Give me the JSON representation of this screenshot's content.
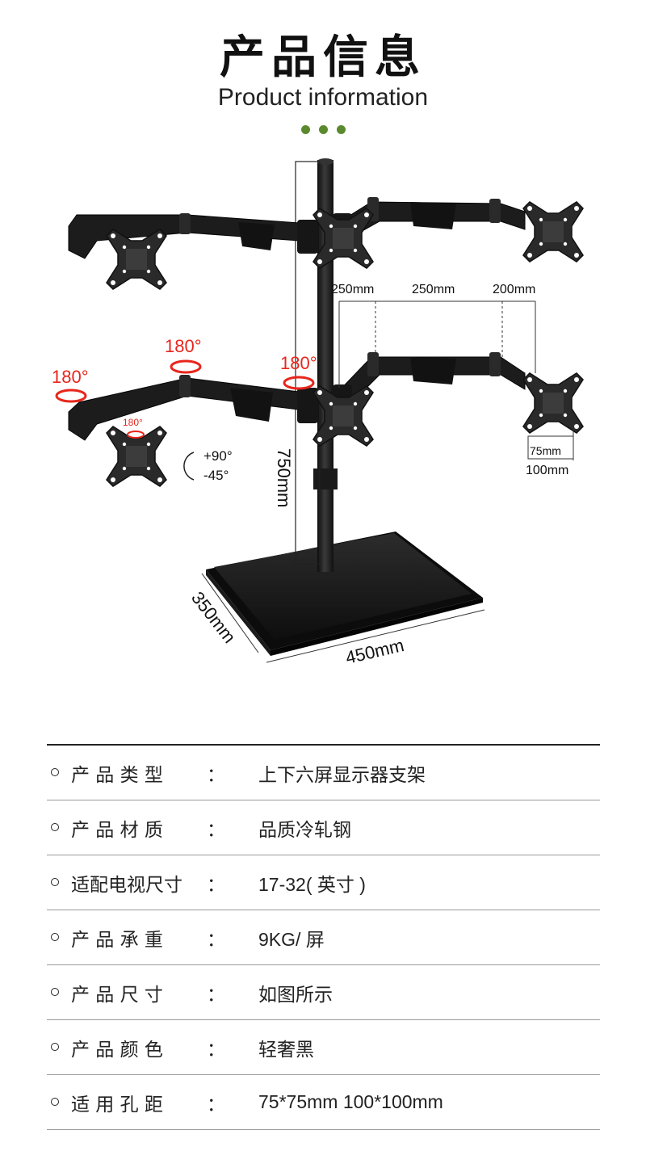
{
  "header": {
    "title_cn": "产品信息",
    "title_en": "Product information"
  },
  "colors": {
    "accent_green": "#5b8a2e",
    "rotation_red": "#e8261c",
    "product_black": "#1e1e1e"
  },
  "diagram": {
    "arm_spacing": [
      "250mm",
      "250mm",
      "200mm"
    ],
    "rotation_labels": [
      "180°",
      "180°",
      "180°",
      "180°"
    ],
    "tilt_up": "+90°",
    "tilt_down": "-45°",
    "pole_height": "750mm",
    "base_depth": "350mm",
    "base_width": "450mm",
    "vesa_small": "75mm",
    "vesa_large": "100mm"
  },
  "specs": [
    {
      "label": "产 品 类 型",
      "colon": "：",
      "value": "上下六屏显示器支架"
    },
    {
      "label": "产 品 材 质",
      "colon": "：",
      "value": "品质冷轧钢"
    },
    {
      "label": "适配电视尺寸",
      "colon": "：",
      "value": "17-32( 英寸 )"
    },
    {
      "label": "产 品 承 重",
      "colon": "：",
      "value": "9KG/ 屏"
    },
    {
      "label": "产 品 尺 寸",
      "colon": "：",
      "value": "如图所示"
    },
    {
      "label": "产 品 颜 色",
      "colon": "：",
      "value": "轻奢黑"
    },
    {
      "label": "适 用 孔 距",
      "colon": "：",
      "value": "75*75mm 100*100mm"
    }
  ]
}
